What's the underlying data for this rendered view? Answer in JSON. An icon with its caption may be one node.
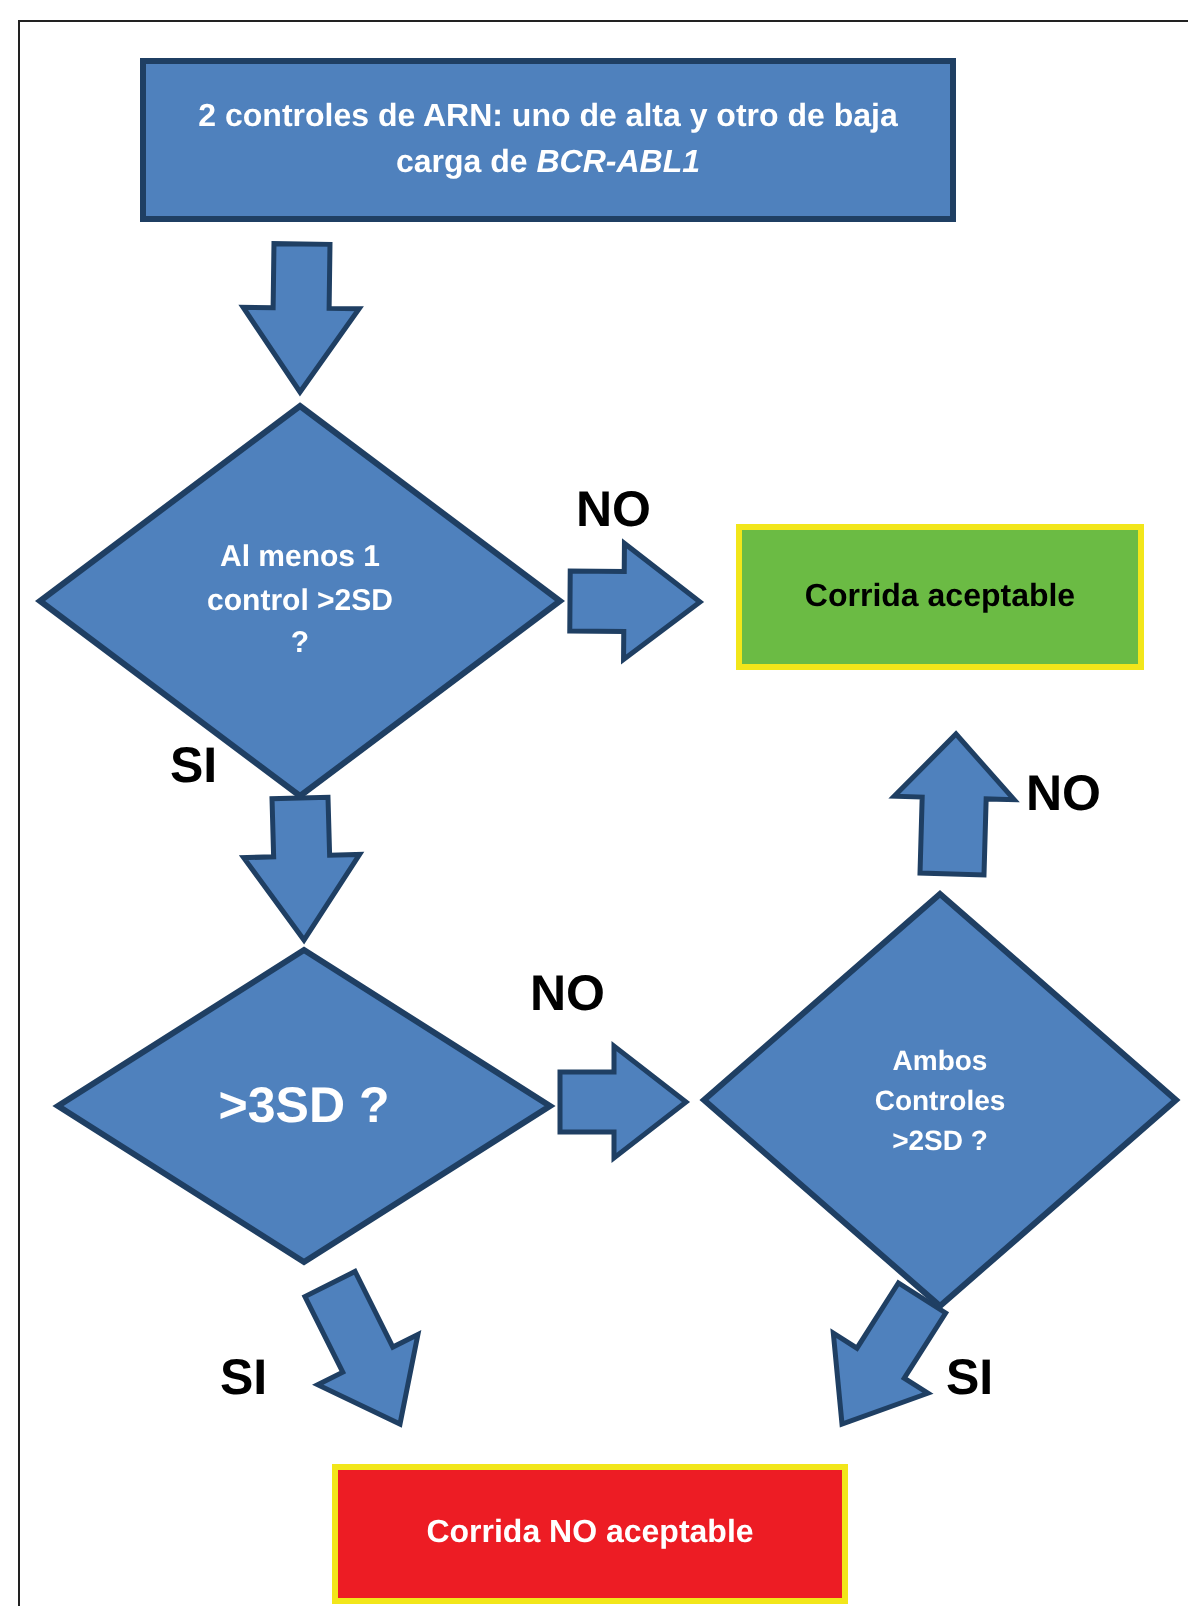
{
  "diagram": {
    "nodes": [
      {
        "text": [
          "2 controles de ARN: uno de alta y otro de baja carga de *BCR-ABL1*"
        ]
      },
      {
        "text": [
          "Al menos 1 control >2SD ?"
        ]
      },
      {
        "text": [
          "Corrida aceptable"
        ]
      },
      {
        "text": [
          ">3SD ?"
        ]
      },
      {
        "text": [
          "Ambos Controles >2SD ?"
        ]
      },
      {
        "text": [
          "Corrida NO aceptable"
        ]
      }
    ],
    "edges": [
      {
        "from": 0,
        "to": 1,
        "arrow": "to"
      },
      {
        "from": 1,
        "to": 2,
        "arrow": "to",
        "label": "NO"
      },
      {
        "from": 1,
        "to": 3,
        "arrow": "to",
        "label": "SI"
      },
      {
        "from": 3,
        "to": 4,
        "arrow": "to",
        "label": "NO"
      },
      {
        "from": 4,
        "to": 2,
        "arrow": "to",
        "label": "NO"
      },
      {
        "from": 3,
        "to": 5,
        "arrow": "to",
        "label": "SI"
      },
      {
        "from": 4,
        "to": 5,
        "arrow": "to",
        "label": "SI"
      }
    ]
  }
}
